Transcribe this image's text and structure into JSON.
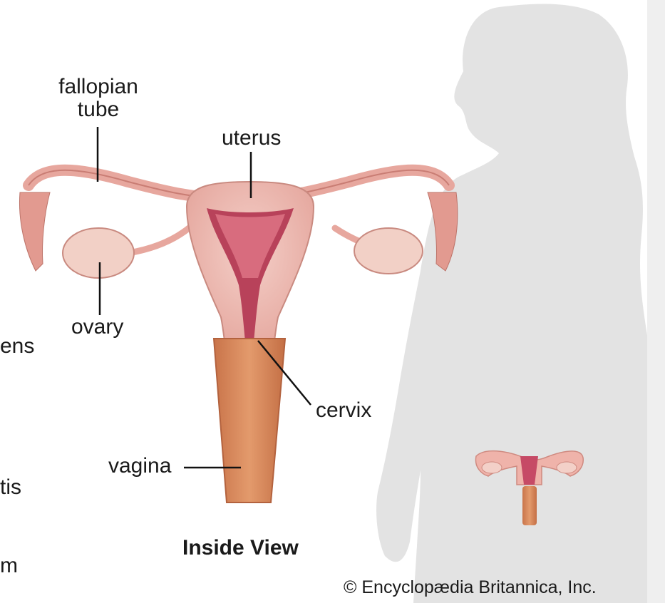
{
  "labels": {
    "fallopian_tube": "fallopian\ntube",
    "uterus": "uterus",
    "ovary": "ovary",
    "cervix": "cervix",
    "vagina": "vagina"
  },
  "left_partial_labels": [
    "ens",
    "tis",
    "m"
  ],
  "caption": "Inside View",
  "credit": "© Encyclopædia Britannica, Inc.",
  "colors": {
    "tissue_light": "#f1c3bc",
    "tissue_mid": "#e6a29a",
    "tissue_dark": "#b8425a",
    "vagina": "#d88a5e",
    "silhouette": "#e2e2e2",
    "scrollbar": "#efefef"
  }
}
